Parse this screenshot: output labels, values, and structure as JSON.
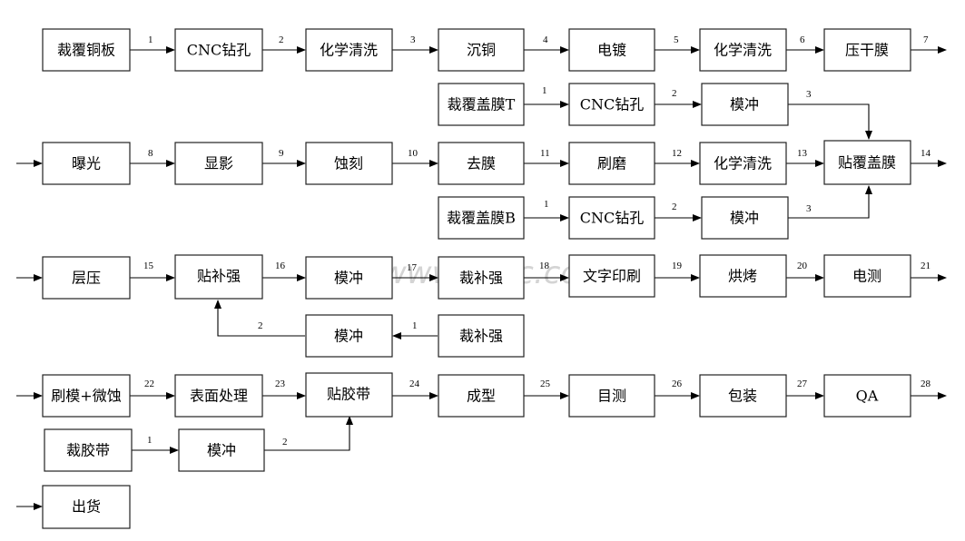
{
  "boxes": {
    "b1": "裁覆铜板",
    "b2": "CNC钻孔",
    "b3": "化学清洗",
    "b4": "沉铜",
    "b5": "电镀",
    "b6": "化学清洗",
    "b7": "压干膜",
    "t1": "裁覆盖膜T",
    "t2": "CNC钻孔",
    "t3": "模冲",
    "r1": "曝光",
    "r2": "显影",
    "r3": "蚀刻",
    "r4": "去膜",
    "r5": "刷磨",
    "r6": "化学清洗",
    "r7": "贴覆盖膜",
    "u1": "裁覆盖膜B",
    "u2": "CNC钻孔",
    "u3": "模冲",
    "c1": "层压",
    "c2": "贴补强",
    "c3": "模冲",
    "c4": "裁补强",
    "c5": "文字印刷",
    "c6": "烘烤",
    "c7": "电测",
    "d2": "模冲",
    "d3": "裁补强",
    "e1": "刷模+微蚀",
    "e2": "表面处理",
    "e3": "贴胶带",
    "e4": "成型",
    "e5": "目测",
    "e6": "包装",
    "e7": "QA",
    "f1": "裁胶带",
    "f2": "模冲",
    "g1": "出货"
  },
  "step_numbers": {
    "n1": "1",
    "n2": "2",
    "n3": "3",
    "n4": "4",
    "n5": "5",
    "n6": "6",
    "n7": "7",
    "t1": "1",
    "t2": "2",
    "t3": "3",
    "n8": "8",
    "n9": "9",
    "n10": "10",
    "n11": "11",
    "n12": "12",
    "n13": "13",
    "n14": "14",
    "u1": "1",
    "u2": "2",
    "u3": "3",
    "n15": "15",
    "n16": "16",
    "n17": "17",
    "n18": "18",
    "n19": "19",
    "n20": "20",
    "n21": "21",
    "d1": "1",
    "d2": "2",
    "n22": "22",
    "n23": "23",
    "n24": "24",
    "n25": "25",
    "n26": "26",
    "n27": "27",
    "n28": "28",
    "f1": "1",
    "f2": "2"
  },
  "watermark": "www.dzsc.com"
}
